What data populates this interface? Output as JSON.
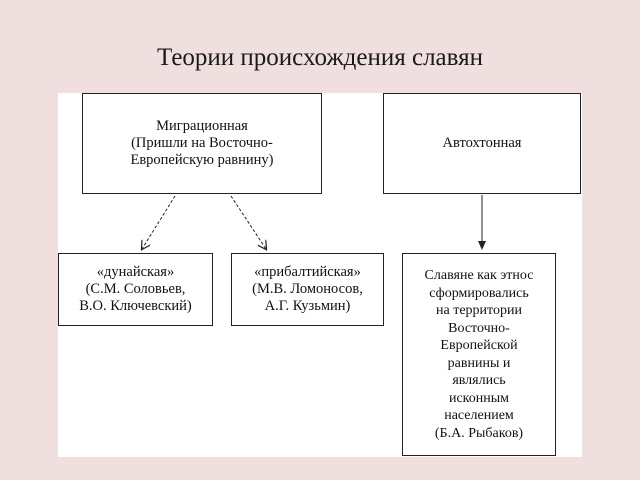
{
  "title": "Теории происхождения славян",
  "boxes": {
    "migration": {
      "lines": [
        "Миграционная",
        "(Пришли на Восточно-",
        "Европейскую равнину)"
      ]
    },
    "autochthon": {
      "lines": [
        "Автохтонная"
      ]
    },
    "danube": {
      "lines": [
        "«дунайская»",
        "(С.М. Соловьев,",
        "В.О. Ключевский)"
      ]
    },
    "baltic": {
      "lines": [
        "«прибалтийская»",
        "(М.В. Ломоносов,",
        "А.Г. Кузьмин)"
      ]
    },
    "slavs": {
      "lines": [
        "Славяне как этнос",
        "сформировались",
        "на территории",
        "Восточно-",
        "Европейской",
        "равнины и",
        "являлись",
        "исконным",
        "населением",
        "(Б.А. Рыбаков)"
      ]
    }
  },
  "colors": {
    "background": "#efdfdf",
    "panel": "#ffffff",
    "border": "#222222"
  }
}
